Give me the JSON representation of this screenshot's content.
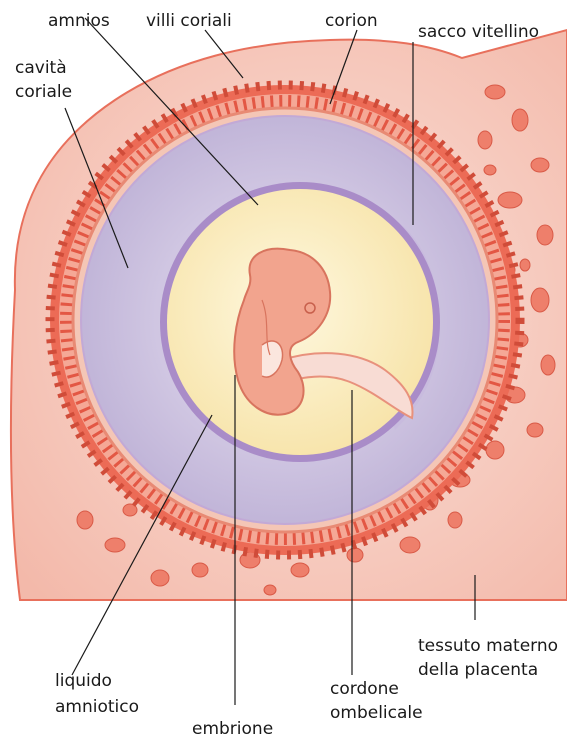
{
  "diagram": {
    "labels": {
      "amnios": "amnios",
      "villi_coriali": "villi coriali",
      "corion": "corion",
      "sacco_vitellino": "sacco vitellino",
      "cavita_coriale_1": "cavità",
      "cavita_coriale_2": "coriale",
      "liquido_1": "liquido",
      "liquido_2": "amniotico",
      "embrione": "embrione",
      "cordone_1": "cordone",
      "cordone_2": "ombelicale",
      "tessuto_1": "tessuto materno",
      "tessuto_2": "della placenta"
    },
    "colors": {
      "maternal_tissue": "#f7cfc4",
      "chorion_band": "#e85c4a",
      "chorionic_cavity": "#c9bfdc",
      "amnion_membrane": "#a98cc8",
      "amniotic_fluid": "#fbeec0",
      "embryo": "#f2a48e",
      "umbilical_cord": "#f7d9d2"
    }
  }
}
